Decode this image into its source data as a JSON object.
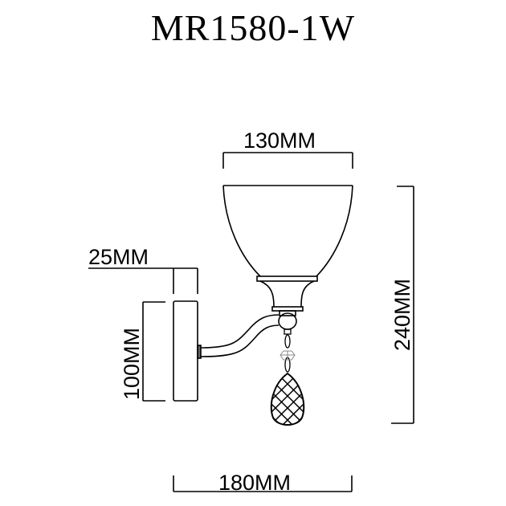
{
  "title": "MR1580-1W",
  "dimensions": {
    "shade_width": "130MM",
    "total_height": "240MM",
    "backplate_depth": "25MM",
    "backplate_height": "100MM",
    "total_projection": "180MM"
  },
  "colors": {
    "line": "#000000",
    "background": "#ffffff",
    "crystal_connector": "#888888"
  }
}
